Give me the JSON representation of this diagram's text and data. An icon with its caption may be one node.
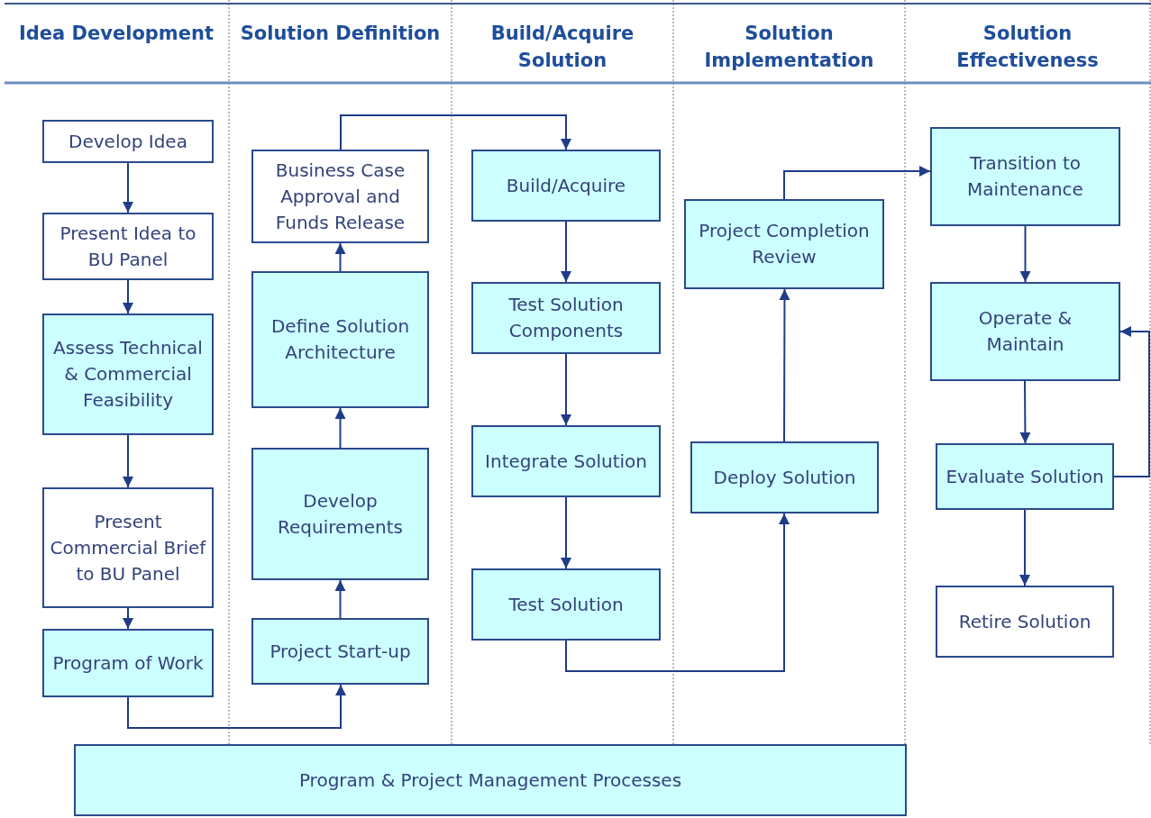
{
  "diagram": {
    "nodes": [
      {
        "text": [
          "Idea Development"
        ]
      },
      {
        "text": [
          "Develop Idea"
        ],
        "in": 0
      },
      {
        "text": [
          "Present Idea to BU Panel"
        ],
        "in": 0
      },
      {
        "text": [
          "Assess Technical & Commercial Feasibility"
        ],
        "in": 0
      },
      {
        "text": [
          "Present Commercial Brief to BU Panel"
        ],
        "in": 0
      },
      {
        "text": [
          "Program of Work"
        ],
        "in": 0
      },
      {
        "text": [
          "Solution Definition"
        ]
      },
      {
        "text": [
          "Business Case Approval and Funds Release"
        ],
        "in": 6
      },
      {
        "text": [
          "Define Solution Architecture"
        ],
        "in": 6
      },
      {
        "text": [
          "Develop Requirements"
        ],
        "in": 6
      },
      {
        "text": [
          "Project Start-up"
        ],
        "in": 6
      },
      {
        "text": [
          "Build/Acquire Solution"
        ]
      },
      {
        "text": [
          "Build/Acquire"
        ],
        "in": 11
      },
      {
        "text": [
          "Test Solution Components"
        ],
        "in": 11
      },
      {
        "text": [
          "Integrate Solution"
        ],
        "in": 11
      },
      {
        "text": [
          "Test Solution"
        ],
        "in": 11
      },
      {
        "text": [
          "Solution Implementation"
        ]
      },
      {
        "text": [
          "Project Completion Review"
        ],
        "in": 16
      },
      {
        "text": [
          "Deploy Solution"
        ],
        "in": 16
      },
      {
        "text": [
          "Solution Effectiveness"
        ]
      },
      {
        "text": [
          "Transition to Maintenance"
        ],
        "in": 19
      },
      {
        "text": [
          "Operate & Maintain"
        ],
        "in": 19
      },
      {
        "text": [
          "Evaluate Solution"
        ],
        "in": 19
      },
      {
        "text": [
          "Retire Solution"
        ],
        "in": 19
      },
      {
        "text": [
          "Program & Project Management Processes"
        ]
      }
    ],
    "edges": [
      {
        "from": 1,
        "to": 2,
        "arrow": "to"
      },
      {
        "from": 2,
        "to": 3,
        "arrow": "to"
      },
      {
        "from": 3,
        "to": 4,
        "arrow": "to"
      },
      {
        "from": 4,
        "to": 5,
        "arrow": "to"
      },
      {
        "from": 5,
        "to": 10,
        "arrow": "to"
      },
      {
        "from": 10,
        "to": 9,
        "arrow": "to"
      },
      {
        "from": 9,
        "to": 8,
        "arrow": "to"
      },
      {
        "from": 8,
        "to": 7,
        "arrow": "to"
      },
      {
        "from": 7,
        "to": 12,
        "arrow": "to"
      },
      {
        "from": 12,
        "to": 13,
        "arrow": "to"
      },
      {
        "from": 13,
        "to": 14,
        "arrow": "to"
      },
      {
        "from": 14,
        "to": 15,
        "arrow": "to"
      },
      {
        "from": 15,
        "to": 18,
        "arrow": "to"
      },
      {
        "from": 18,
        "to": 17,
        "arrow": "to"
      },
      {
        "from": 17,
        "to": 20,
        "arrow": "to"
      },
      {
        "from": 20,
        "to": 21,
        "arrow": "to"
      },
      {
        "from": 21,
        "to": 22,
        "arrow": "to"
      },
      {
        "from": 22,
        "to": 21,
        "arrow": "to"
      },
      {
        "from": 22,
        "to": 23,
        "arrow": "to"
      }
    ]
  }
}
